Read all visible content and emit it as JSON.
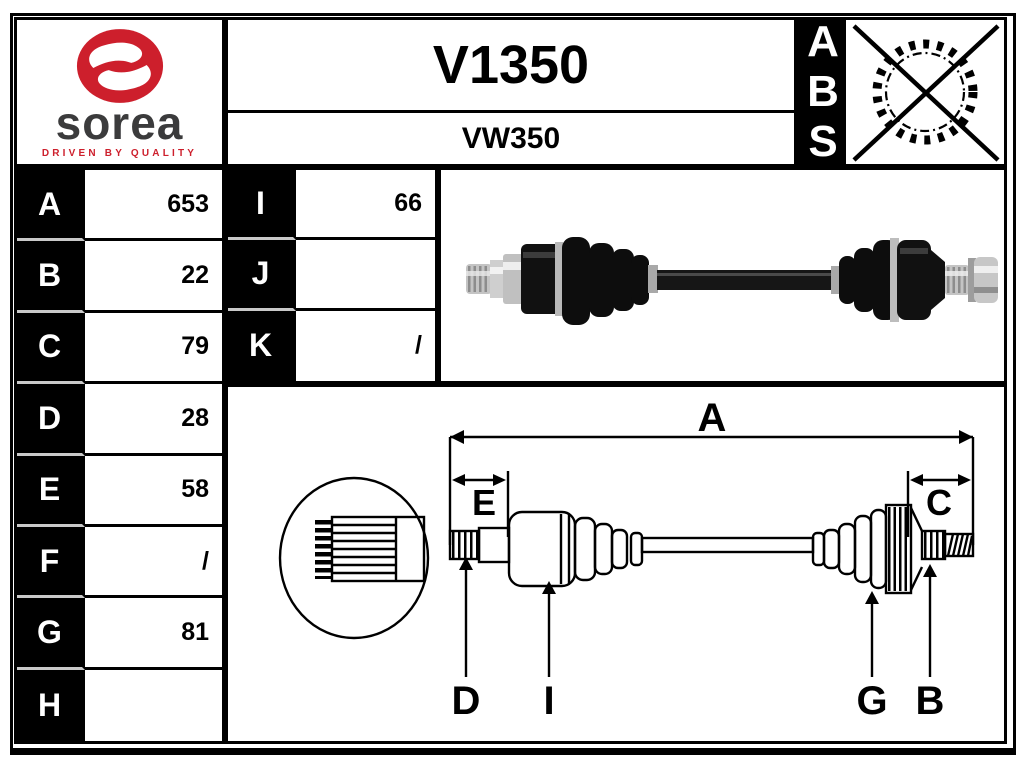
{
  "logo": {
    "brand": "sorea",
    "tagline": "DRIVEN BY QUALITY",
    "brand_red": "#cd1f2c",
    "brand_dark": "#3b3b3c"
  },
  "header": {
    "reference": "V1350",
    "oe_code": "VW350"
  },
  "abs": {
    "letters": [
      "A",
      "B",
      "S"
    ],
    "icon": "crossed-gear-icon",
    "meaning_shown": "ABS ring crossed out"
  },
  "dim_table": {
    "rows": [
      {
        "label": "A",
        "value": "653"
      },
      {
        "label": "B",
        "value": "22"
      },
      {
        "label": "C",
        "value": "79"
      },
      {
        "label": "D",
        "value": "28"
      },
      {
        "label": "E",
        "value": "58"
      },
      {
        "label": "F",
        "value": "/"
      },
      {
        "label": "G",
        "value": "81"
      },
      {
        "label": "H",
        "value": ""
      }
    ]
  },
  "spline_table": {
    "rows": [
      {
        "label": "I",
        "value": "66"
      },
      {
        "label": "J",
        "value": ""
      },
      {
        "label": "K",
        "value": "/"
      }
    ]
  },
  "diagram": {
    "labels": {
      "overall_length": "A",
      "left_joint_width": "E",
      "right_joint_width": "C",
      "left_spline": "D",
      "inner_joint": "I",
      "outer_boot": "G",
      "outer_spline": "B"
    }
  }
}
